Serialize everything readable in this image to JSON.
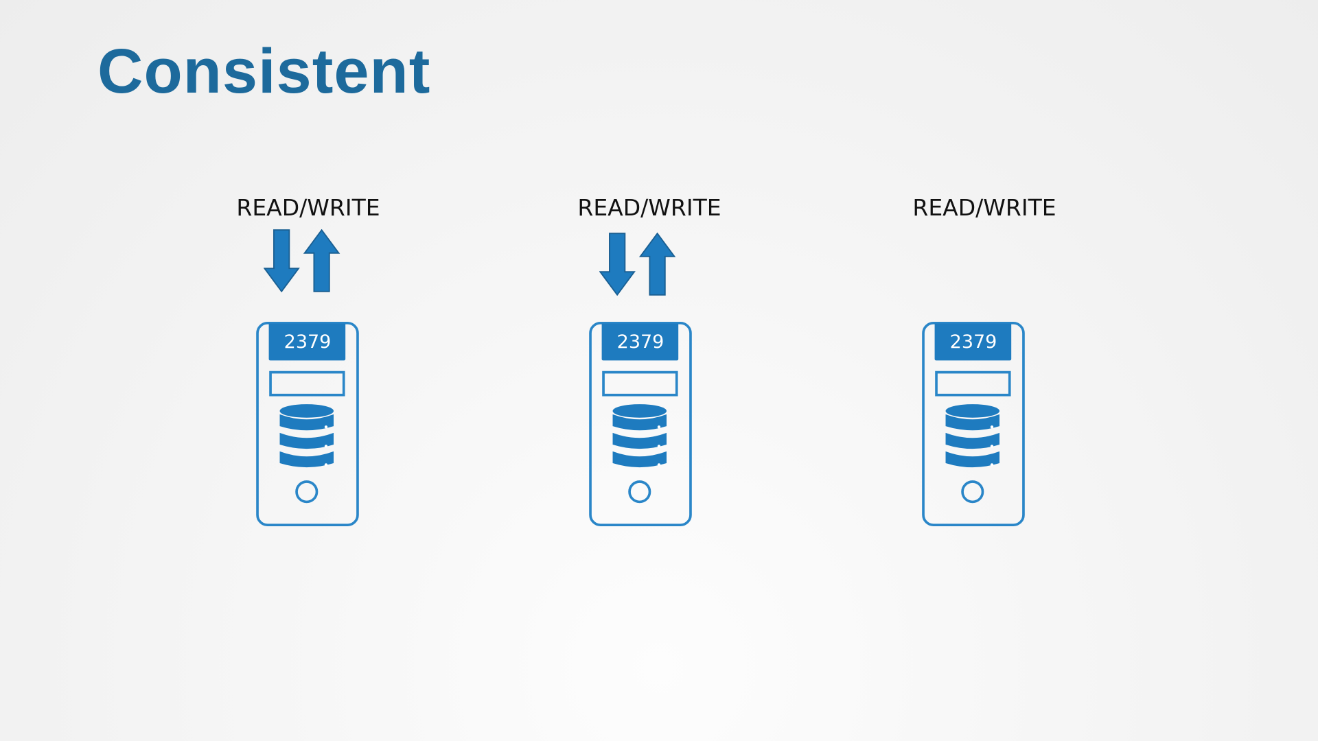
{
  "title": "Consistent",
  "accent_color": "#1e7bbf",
  "nodes": [
    {
      "label": "READ/WRITE",
      "port": "2379",
      "arrows": true
    },
    {
      "label": "READ/WRITE",
      "port": "2379",
      "arrows": true
    },
    {
      "label": "READ/WRITE",
      "port": "2379",
      "arrows": false
    }
  ]
}
